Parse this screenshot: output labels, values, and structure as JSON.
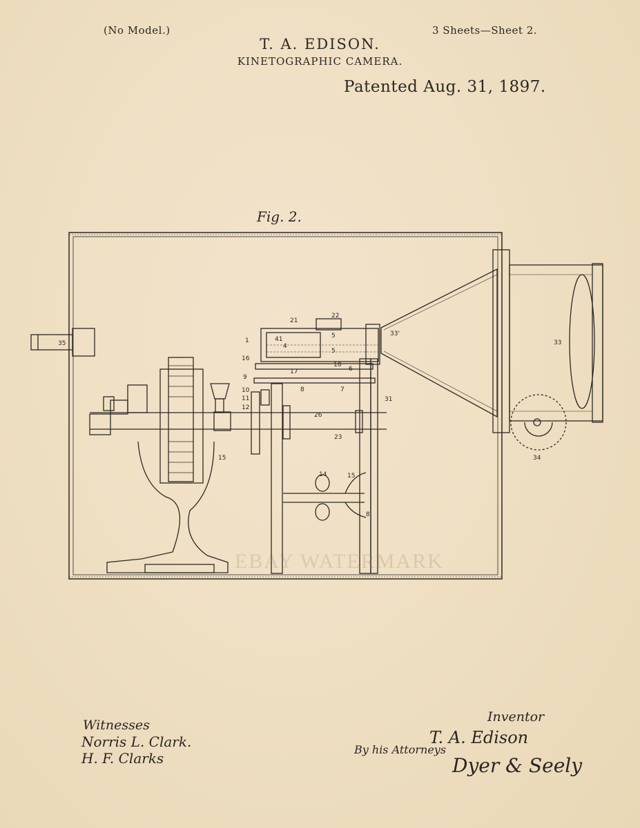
{
  "header": {
    "no_model": "(No Model.)",
    "sheets": "3 Sheets—Sheet 2.",
    "inventor_name": "T. A. EDISON.",
    "invention": "KINETOGRAPHIC CAMERA.",
    "patent_date": "Patented Aug. 31, 1897."
  },
  "figure": {
    "label": "Fig. 2.",
    "part_numbers": [
      "35",
      "21",
      "22",
      "1",
      "4",
      "41",
      "5",
      "5",
      "33'",
      "16",
      "17",
      "18",
      "6",
      "9",
      "8",
      "7",
      "10",
      "11",
      "12",
      "26",
      "23",
      "31",
      "33",
      "34",
      "14",
      "15",
      "15",
      "8"
    ]
  },
  "signatures": {
    "witnesses_label": "Witnesses",
    "witness_1": "Norris L. Clark.",
    "witness_2": "H. F. Clarks",
    "inventor_label": "Inventor",
    "inventor": "T. A. Edison",
    "by_attorneys": "By his Attorneys",
    "attorneys": "Dyer & Seely"
  },
  "watermark": "EBAY WATERMARK"
}
